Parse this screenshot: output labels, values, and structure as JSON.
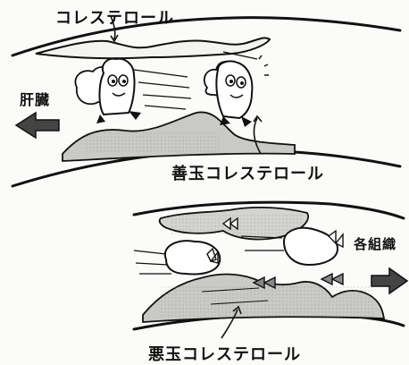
{
  "labels": {
    "cholesterol": "コレステロール",
    "liver": "肝臓",
    "good_cholesterol": "善玉コレステロール",
    "tissues": "各組織",
    "bad_cholesterol": "悪玉コレステロール"
  },
  "colors": {
    "ink": "#111111",
    "plaque_shade": "#c9c9c5",
    "background": "#fbfbf9"
  },
  "icons": [
    "arrow-left-icon",
    "arrow-right-icon",
    "good-cholesterol-character",
    "bad-cholesterol-character"
  ]
}
